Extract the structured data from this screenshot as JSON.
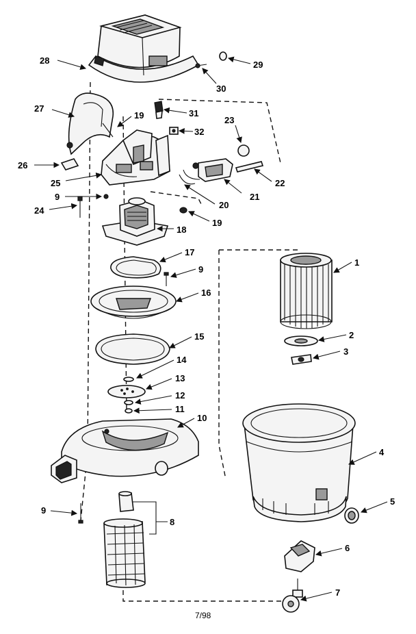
{
  "diagram": {
    "callouts": {
      "c1": "1",
      "c2": "2",
      "c3": "3",
      "c4": "4",
      "c5": "5",
      "c6": "6",
      "c7": "7",
      "c8": "8",
      "c9a": "9",
      "c9b": "9",
      "c9c": "9",
      "c10": "10",
      "c11": "11",
      "c12": "12",
      "c13": "13",
      "c14": "14",
      "c15": "15",
      "c16": "16",
      "c17": "17",
      "c18": "18",
      "c19a": "19",
      "c19b": "19",
      "c20": "20",
      "c21": "21",
      "c22": "22",
      "c23": "23",
      "c24": "24",
      "c25": "25",
      "c26": "26",
      "c27": "27",
      "c28": "28",
      "c29": "29",
      "c30": "30",
      "c31": "31",
      "c32": "32"
    },
    "footer": "7/98"
  }
}
